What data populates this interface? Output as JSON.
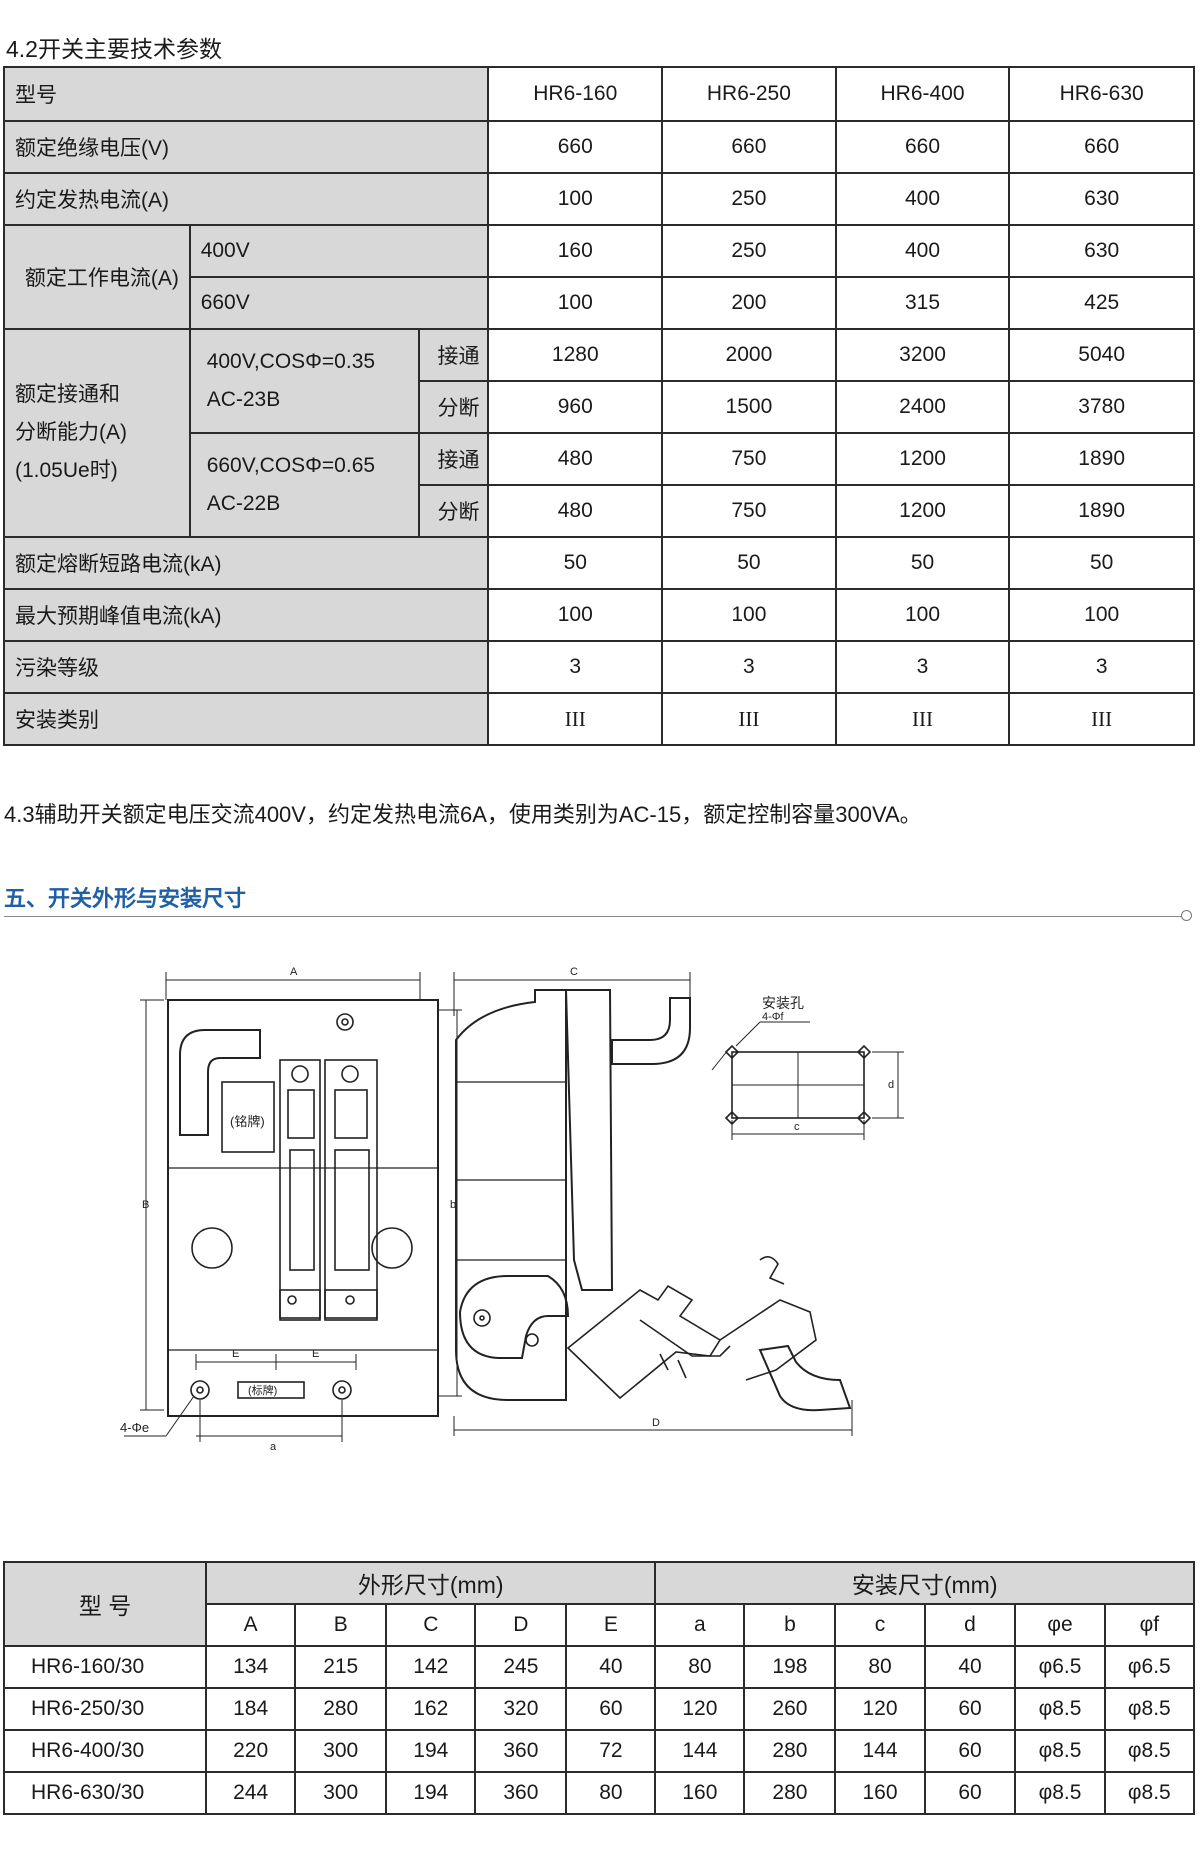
{
  "section_42": {
    "title": "4.2开关主要技术参数"
  },
  "spec": {
    "model_label": "型号",
    "models": [
      "HR6-160",
      "HR6-250",
      "HR6-400",
      "HR6-630"
    ],
    "insulation": {
      "label": "额定绝缘电压(V)",
      "values": [
        "660",
        "660",
        "660",
        "660"
      ]
    },
    "thermal": {
      "label": "约定发热电流(A)",
      "values": [
        "100",
        "250",
        "400",
        "630"
      ]
    },
    "work_current": {
      "label": "额定工作电流(A)",
      "rows": [
        {
          "voltage": "400V",
          "values": [
            "160",
            "250",
            "400",
            "630"
          ]
        },
        {
          "voltage": "660V",
          "values": [
            "100",
            "200",
            "315",
            "425"
          ]
        }
      ]
    },
    "capacity": {
      "label_lines": [
        "额定接通和",
        "分断能力(A)",
        "(1.05Ue时)"
      ],
      "groups": [
        {
          "cond_lines": [
            "400V,COSΦ=0.35",
            "AC-23B"
          ],
          "rows": [
            {
              "op": "接通",
              "values": [
                "1280",
                "2000",
                "3200",
                "5040"
              ]
            },
            {
              "op": "分断",
              "values": [
                "960",
                "1500",
                "2400",
                "3780"
              ]
            }
          ]
        },
        {
          "cond_lines": [
            "660V,COSΦ=0.65",
            "AC-22B"
          ],
          "rows": [
            {
              "op": "接通",
              "values": [
                "480",
                "750",
                "1200",
                "1890"
              ]
            },
            {
              "op": "分断",
              "values": [
                "480",
                "750",
                "1200",
                "1890"
              ]
            }
          ]
        }
      ]
    },
    "fuse_short": {
      "label": "额定熔断短路电流(kA)",
      "values": [
        "50",
        "50",
        "50",
        "50"
      ]
    },
    "peak": {
      "label": "最大预期峰值电流(kA)",
      "values": [
        "100",
        "100",
        "100",
        "100"
      ]
    },
    "pollution": {
      "label": "污染等级",
      "values": [
        "3",
        "3",
        "3",
        "3"
      ]
    },
    "install_cat": {
      "label": "安装类别",
      "values": [
        "III",
        "III",
        "III",
        "III"
      ]
    }
  },
  "note_43": "4.3辅助开关额定电压交流400V，约定发热电流6A，使用类别为AC-15，额定控制容量300VA。",
  "section_5": {
    "title": "五、开关外形与安装尺寸"
  },
  "drawing": {
    "labels": {
      "A": "A",
      "B": "B",
      "b": "b",
      "E": "E",
      "a": "a",
      "phi_e": "4-Φe",
      "nameplate": "(铭牌)",
      "tag": "(标牌)",
      "C": "C",
      "D": "D",
      "mount_hole": "安装孔",
      "phi_f": "4-Φf",
      "c": "c",
      "d": "d"
    }
  },
  "dims": {
    "model_header": "型  号",
    "outer_header": "外形尺寸(mm)",
    "install_header": "安装尺寸(mm)",
    "cols": [
      "A",
      "B",
      "C",
      "D",
      "E",
      "a",
      "b",
      "c",
      "d",
      "φe",
      "φf"
    ],
    "rows": [
      {
        "model": "HR6-160/30",
        "values": [
          "134",
          "215",
          "142",
          "245",
          "40",
          "80",
          "198",
          "80",
          "40",
          "φ6.5",
          "φ6.5"
        ]
      },
      {
        "model": "HR6-250/30",
        "values": [
          "184",
          "280",
          "162",
          "320",
          "60",
          "120",
          "260",
          "120",
          "60",
          "φ8.5",
          "φ8.5"
        ]
      },
      {
        "model": "HR6-400/30",
        "values": [
          "220",
          "300",
          "194",
          "360",
          "72",
          "144",
          "280",
          "144",
          "60",
          "φ8.5",
          "φ8.5"
        ]
      },
      {
        "model": "HR6-630/30",
        "values": [
          "244",
          "300",
          "194",
          "360",
          "80",
          "160",
          "280",
          "160",
          "60",
          "φ8.5",
          "φ8.5"
        ]
      }
    ]
  }
}
